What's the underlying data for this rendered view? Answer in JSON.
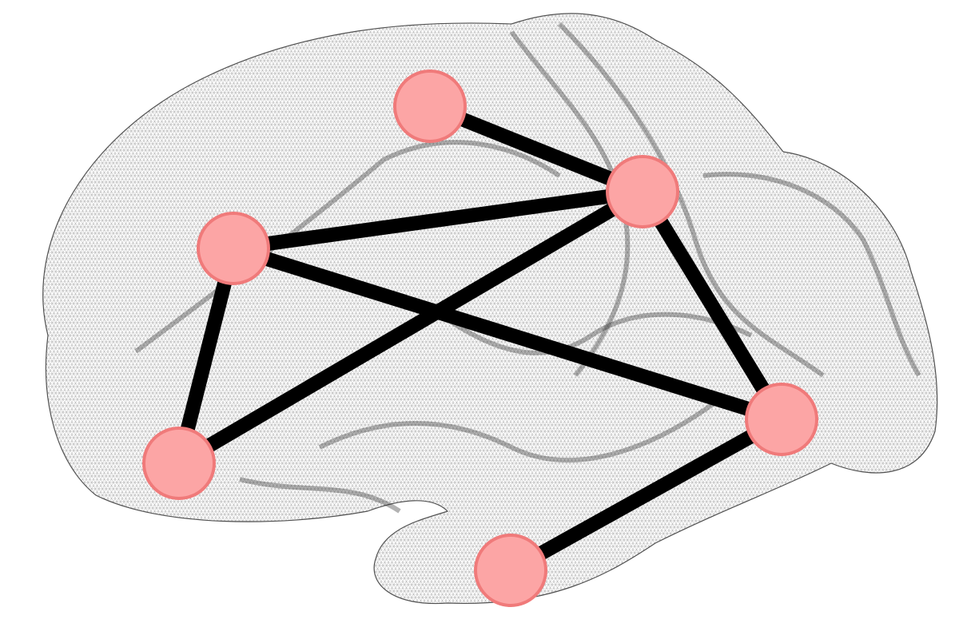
{
  "diagram": {
    "type": "network-on-brain-mesh",
    "colors": {
      "node_fill": "#fca5a5",
      "node_stroke": "#f07a7a",
      "edge": "#000000",
      "mesh": "#555555"
    },
    "nodes": [
      {
        "id": "n1"
      },
      {
        "id": "n2"
      },
      {
        "id": "n3"
      },
      {
        "id": "n4"
      },
      {
        "id": "n5"
      },
      {
        "id": "n6"
      }
    ],
    "edges": [
      [
        "n1",
        "n2"
      ],
      [
        "n3",
        "n2"
      ],
      [
        "n3",
        "n5"
      ],
      [
        "n3",
        "n4"
      ],
      [
        "n4",
        "n2"
      ],
      [
        "n2",
        "n5"
      ],
      [
        "n5",
        "n6"
      ]
    ]
  }
}
